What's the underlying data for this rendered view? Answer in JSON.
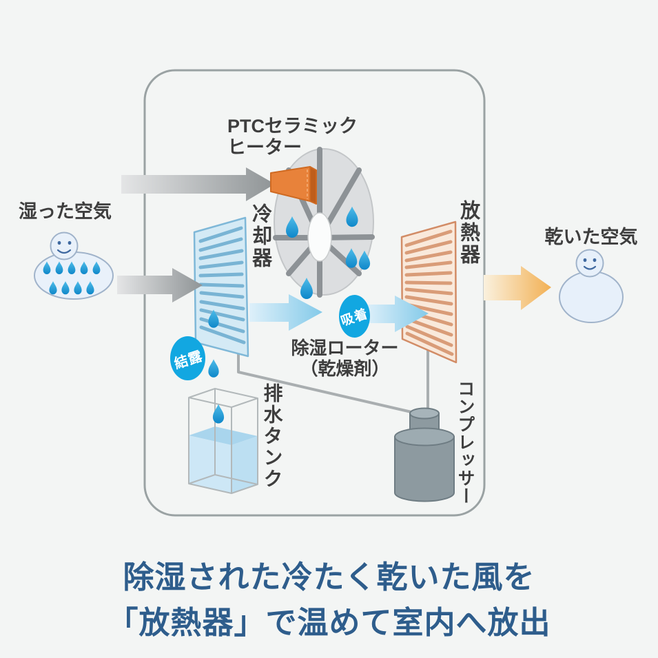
{
  "labels": {
    "ptc_line1": "PTCセラミック",
    "ptc_line2": "ヒーター",
    "wet_air": "湿った空気",
    "dry_air": "乾いた空気",
    "cooler": "冷却器",
    "radiator": "放熱器",
    "rotor_line1": "除湿ローター",
    "rotor_line2": "（乾燥剤）",
    "tank": "排水タンク",
    "compressor": "コンプレッサー",
    "badge_condensation": "結露",
    "badge_adsorption": "吸着"
  },
  "caption": {
    "line1": "除湿された冷たく乾いた風を",
    "line2": "「放熱器」で温めて室内へ放出"
  },
  "colors": {
    "background": "#f3f5f4",
    "frame_border": "#9aa2a3",
    "caption_text": "#2e5d8c",
    "label_text": "#3e3e3e",
    "badge_blue": "#12a7e1",
    "heater_orange": "#e8823a",
    "cooler_blue": "#d4eaf5",
    "radiator_peach": "#f9e9db",
    "droplet_blue": "#1e9ad4"
  }
}
